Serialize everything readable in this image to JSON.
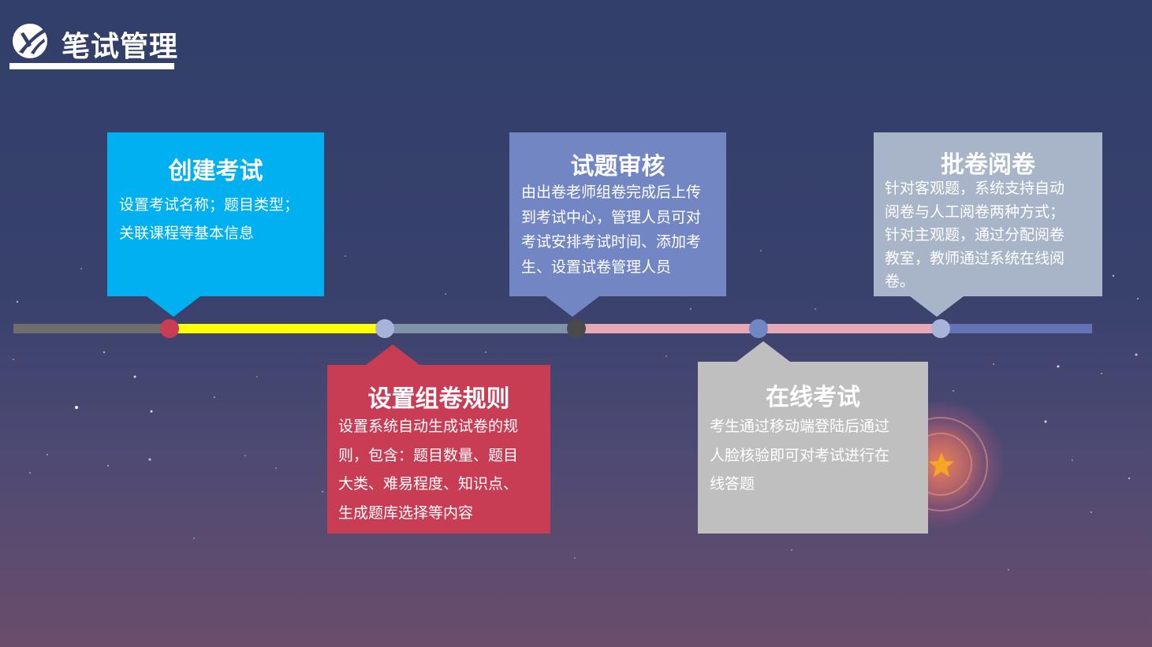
{
  "header": {
    "title": "笔试管理",
    "logo_icon": "x-logo-icon"
  },
  "colors": {
    "background_top": "#313f6a",
    "background_bottom": "#6a4d6b",
    "card_create": "#00b0f0",
    "card_rules": "#c83c54",
    "card_review": "#7386c4",
    "card_online": "#bfbfbf",
    "card_grading": "#a8b4c8",
    "star": "#f5a623"
  },
  "steps": [
    {
      "title": "创建考试",
      "lines": [
        "设置考试名称；题目类型；",
        "关联课程等基本信息"
      ]
    },
    {
      "title": "设置组卷规则",
      "lines": [
        "设置系统自动生成试卷的规",
        "则，包含：题目数量、题目",
        "大类、难易程度、知识点、",
        "生成题库选择等内容"
      ]
    },
    {
      "title": "试题审核",
      "lines": [
        "由出卷老师组卷完成后上传",
        "到考试中心，管理人员可对",
        "考试安排考试时间、添加考",
        "生、设置试卷管理人员"
      ]
    },
    {
      "title": "在线考试",
      "lines": [
        "考生通过移动端登陆后通过",
        "人脸核验即可对考试进行在",
        "线答题"
      ]
    },
    {
      "title": "批卷阅卷",
      "lines": [
        "针对客观题，系统支持自动",
        "阅卷与人工阅卷两种方式；",
        "针对主观题，通过分配阅卷",
        "教室，教师通过系统在线阅",
        "卷。"
      ]
    }
  ],
  "decor": {
    "star_icon": "star-icon",
    "glow": "glow-circle"
  }
}
